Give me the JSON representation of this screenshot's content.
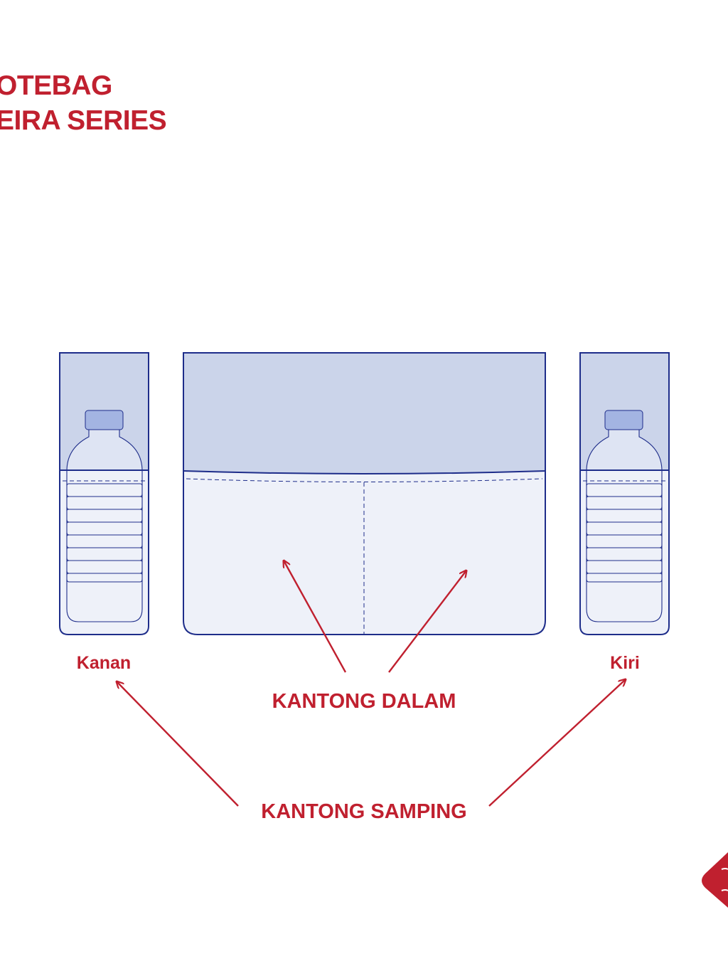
{
  "title": {
    "line1": "OTEBAG",
    "line2": "EIRA SERIES"
  },
  "labels": {
    "right_pocket": "Kanan",
    "left_pocket": "Kiri",
    "inner_pocket": "KANTONG DALAM",
    "side_pocket": "KANTONG SAMPING"
  },
  "colors": {
    "accent": "#c0202f",
    "outline": "#1e2d8a",
    "panel_upper": "#cbd4ea",
    "panel_lower": "#eef1f9",
    "bottle_cap": "#a3b4e2"
  },
  "icons": [
    "water-bottle-icon",
    "arrow-icon",
    "brand-badge-icon"
  ]
}
